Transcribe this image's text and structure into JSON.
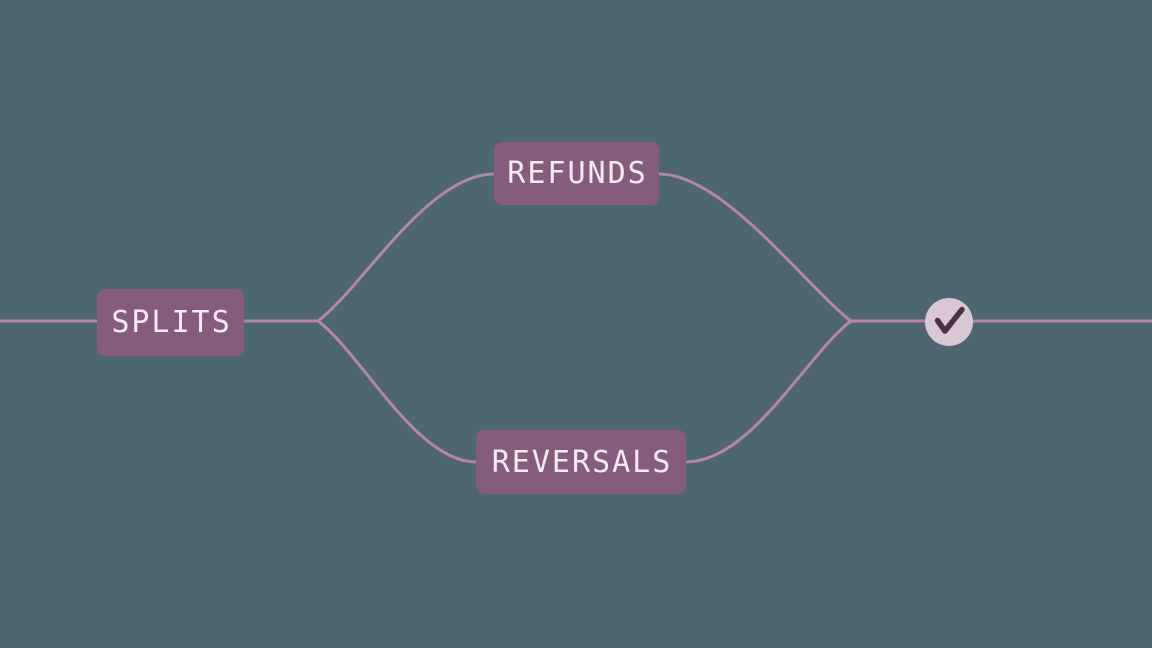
{
  "diagram": {
    "background_color": "#4d6670",
    "connector_color": "#b286a5",
    "node_fill_color": "#855c7c",
    "node_text_color": "#f4ecf2",
    "nodes": [
      {
        "id": "splits",
        "label": "SPLITS"
      },
      {
        "id": "refunds",
        "label": "REFUNDS"
      },
      {
        "id": "reversals",
        "label": "REVERSALS"
      }
    ],
    "end_node": {
      "icon": "checkmark",
      "fill_color": "#d9c7d5",
      "check_color": "#4e3048"
    }
  }
}
